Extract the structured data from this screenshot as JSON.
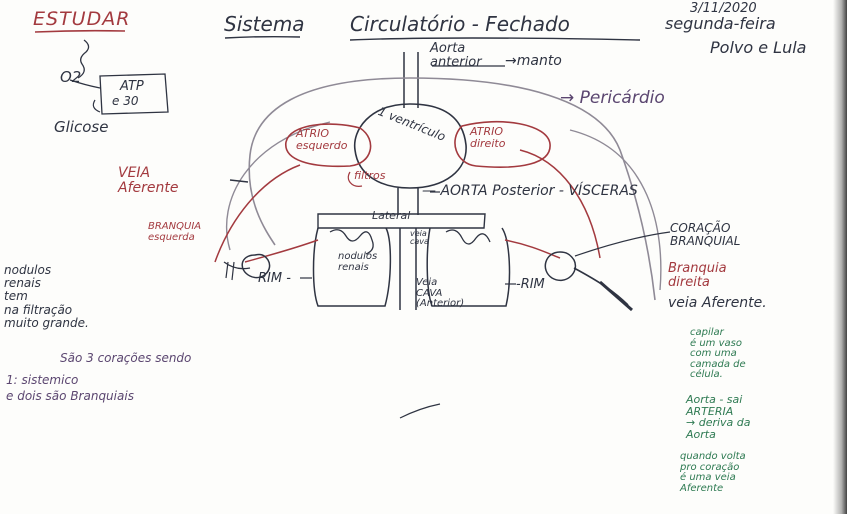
{
  "page": {
    "estudar": "ESTUDAR",
    "title_part1": "Sistema",
    "title_part2": "Circulatório - Fechado",
    "date": "3/11/2020",
    "weekday": "segunda-feira",
    "subject": "Polvo e Lula"
  },
  "energy": {
    "o2": "O2",
    "atp": "ATP",
    "atp_value": "e 30",
    "glicose": "Glicose"
  },
  "diagram": {
    "aorta_anterior_top_1": "Aorta",
    "aorta_anterior_top_2": "anterior",
    "manto": "→manto",
    "pericardio": "→ Pericárdio",
    "ventriculo": "1 ventrículo",
    "atrio_esquerdo_1": "ATRIO",
    "atrio_esquerdo_2": "esquerdo",
    "atrio_direito_1": "ATRIO",
    "atrio_direito_2": "direito",
    "filtros": "filtros",
    "veia_aferente_left_1": "VEIA",
    "veia_aferente_left_2": "Aferente",
    "aorta_visceras": "— AORTA Posterior - VÍSCERAS",
    "lateral": "Lateral",
    "branquia_esquerda_1": "BRANQUIA",
    "branquia_esquerda_2": "esquerda",
    "nodulos_renais_1": "nodulos",
    "nodulos_renais_2": "renais",
    "veia_cava_top_1": "veia",
    "veia_cava_top_2": "cava",
    "veia_cava_bottom_1": "Veia",
    "veia_cava_bottom_2": "CAVA",
    "veia_cava_bottom_3": "(Anterior)",
    "rim_left": "RIM -",
    "rim_right": "-RIM",
    "coracao_branquial_1": "CORAÇÃO",
    "coracao_branquial_2": "BRANQUIAL",
    "branquia_direita_1": "Branquia",
    "branquia_direita_2": "direita",
    "veia_aferente_right": "veia Aferente."
  },
  "left_notes": {
    "line1": "nodulos",
    "line2": "renais",
    "line3": "tem",
    "line4": "na filtração",
    "line5": "muito grande."
  },
  "bottom_notes": {
    "line1": "São 3 corações sendo",
    "line2": "1: sistemico",
    "line3": "e dois são Branquiais"
  },
  "right_notes": {
    "capilar_1": "capilar",
    "capilar_2": "é um vaso",
    "capilar_3": "com uma",
    "capilar_4": "camada de",
    "capilar_5": "célula.",
    "aorta_1": "Aorta - sai",
    "aorta_2": "ARTERIA",
    "aorta_3": "→ deriva da",
    "aorta_4": "Aorta",
    "quando_1": "quando volta",
    "quando_2": "pro coração",
    "quando_3": "é uma veia",
    "quando_4": "Aferente"
  }
}
